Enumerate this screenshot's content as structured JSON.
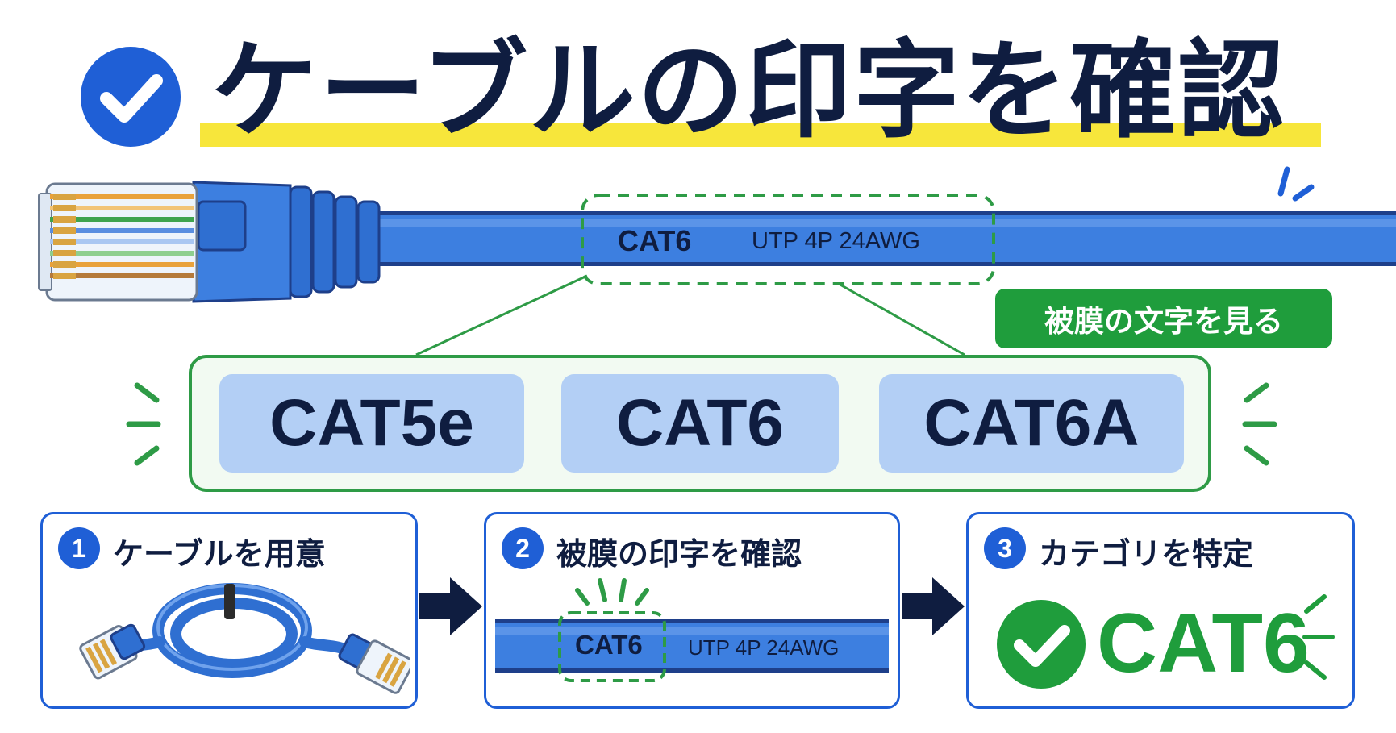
{
  "title": "ケーブルの印字を確認",
  "cable_print": {
    "category": "CAT6",
    "spec": "UTP 4P 24AWG"
  },
  "callout": "被膜の文字を見る",
  "categories": [
    "CAT5e",
    "CAT6",
    "CAT6A"
  ],
  "steps": [
    {
      "number": "1",
      "label": "ケーブルを用意"
    },
    {
      "number": "2",
      "label": "被膜の印字を確認"
    },
    {
      "number": "3",
      "label": "カテゴリを特定"
    }
  ],
  "step2_print": {
    "category": "CAT6",
    "spec": "UTP 4P 24AWG"
  },
  "result": "CAT6",
  "colors": {
    "navy": "#0f1d40",
    "blue": "#1f5fd6",
    "cable": "#3d7fe0",
    "green": "#1f9d3c",
    "yellow": "#f7e63b",
    "chip": "#b3cff5"
  },
  "icons": [
    "check-circle-icon",
    "ethernet-connector-icon",
    "coiled-cable-icon",
    "arrow-right-icon",
    "emphasis-lines-icon"
  ]
}
